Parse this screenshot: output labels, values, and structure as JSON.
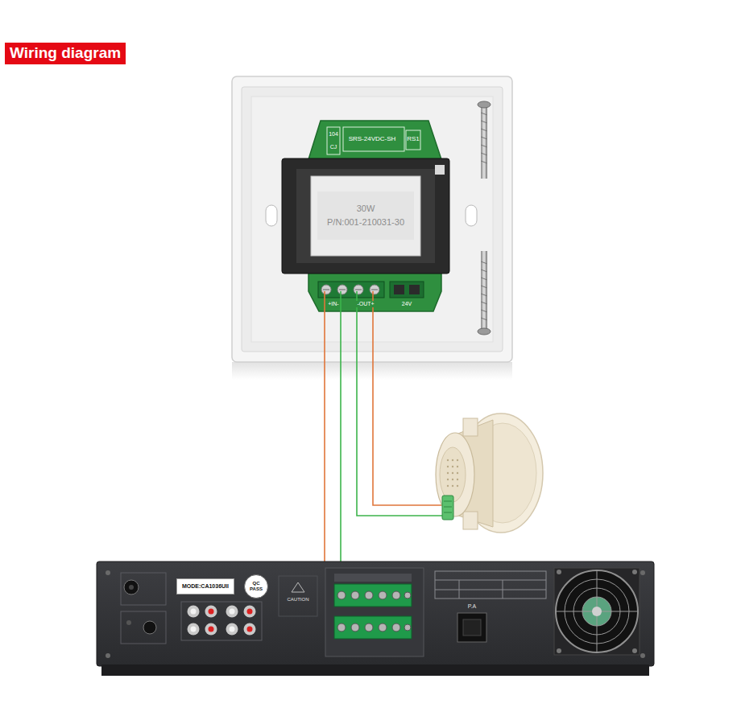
{
  "diagram": {
    "title": "Wiring diagram",
    "nodes": [
      {
        "text": [
          "30W",
          "P/N:001-210031-30"
        ]
      },
      {
        "text": [
          "MODE:CA1036UII"
        ]
      },
      {
        "text": [
          "QC PASS"
        ]
      }
    ],
    "labels": [
      "SRS-24VDC-SH",
      "RS1",
      "CJ",
      "104",
      "+IN-",
      "-OUT+",
      "24V",
      "CAUTION",
      "P.A"
    ]
  }
}
